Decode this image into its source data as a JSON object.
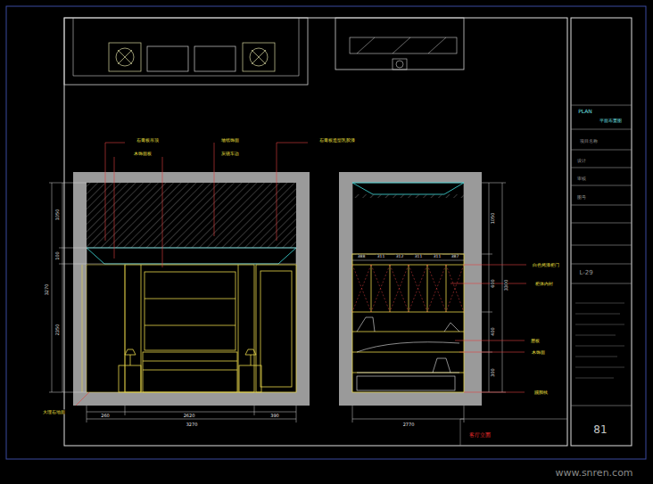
{
  "diagram": {
    "labels": [
      "石膏板吊顶",
      "墙纸饰面",
      "石膏板造型乳胶漆",
      "木饰面板",
      "灰镜车边",
      "大理石地面",
      "1050",
      "100",
      "3270",
      "2350",
      "260",
      "2620",
      "390",
      "3270",
      "388",
      "311",
      "312",
      "311",
      "311",
      "387",
      "1050",
      "3300",
      "600",
      "400",
      "300",
      "2770",
      "白色烤漆柜门",
      "柜体内衬",
      "层板",
      "木饰面",
      "踢脚线",
      "客厅立面",
      "PLAN",
      "平面布置图",
      "项目名称",
      "设计",
      "审核",
      "图号",
      "L-29",
      "81",
      "www.snren.com"
    ]
  }
}
